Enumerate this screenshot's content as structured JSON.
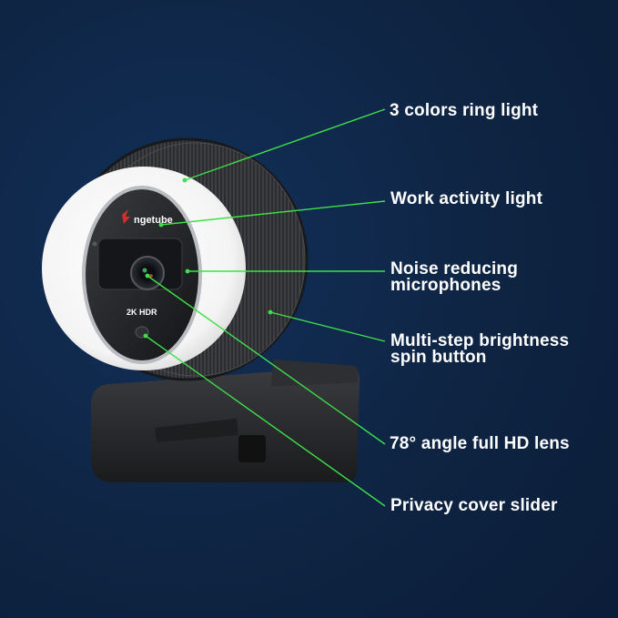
{
  "product": {
    "brand_logo_text": "Angetube",
    "badge_text": "2K HDR"
  },
  "callouts": [
    {
      "label": "3 colors ring light"
    },
    {
      "label": "Work activity light"
    },
    {
      "label": "Noise reducing\nmicrophones"
    },
    {
      "label": "Multi-step brightness\nspin button"
    },
    {
      "label": "78° angle full HD lens"
    },
    {
      "label": "Privacy cover slider"
    }
  ],
  "colors": {
    "background": "#0e2442",
    "callout_line": "#3ee04a",
    "callout_text": "#ffffff",
    "ring_light": "#f7f7f7",
    "body": "#2a2b2e"
  }
}
